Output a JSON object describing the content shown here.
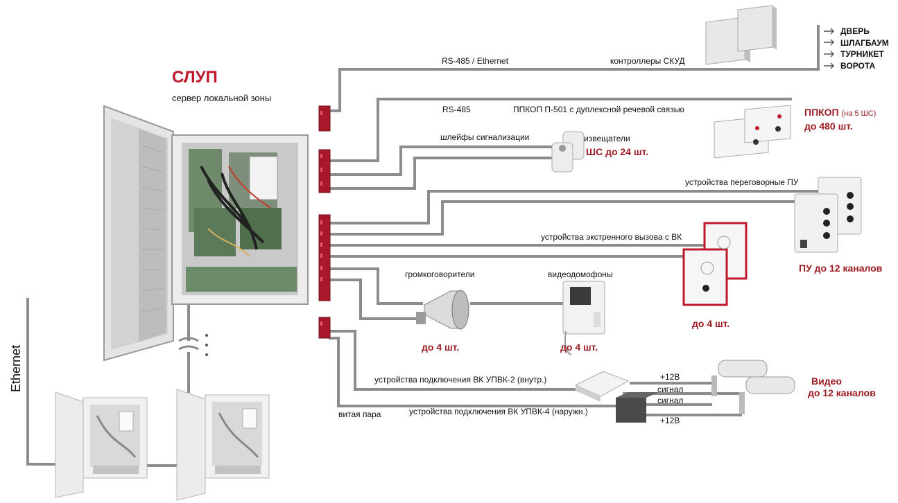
{
  "title": "СЛУП",
  "subtitle": "сервер локальной зоны",
  "ethernet_label": "Ethernet",
  "colors": {
    "accent": "#c0172a",
    "accent_dark": "#9d1b22",
    "line": "#8c8c8c",
    "cabinet": "#e6e6e6"
  },
  "access": {
    "bus": "RS-485 / Ethernet",
    "controllers": "контроллеры СКУД",
    "outputs": [
      "ДВЕРЬ",
      "ШЛАГБАУМ",
      "ТУРНИКЕТ",
      "ВОРОТА"
    ]
  },
  "ppkop": {
    "bus": "RS-485",
    "desc": "ППКОП П-501 с дуплексной речевой связью",
    "title": "ППКОП",
    "title_note": "(на 5 ШС)",
    "count": "до 480 шт."
  },
  "alarm": {
    "loops": "шлейфы сигнализации",
    "detectors": "извещатели",
    "count": "ШС до 24 шт."
  },
  "intercom": {
    "label": "устройства переговорные ПУ",
    "count": "ПУ до 12 каналов"
  },
  "emergency": {
    "label": "устройства экстренного вызова с ВК",
    "count": "до 4 шт."
  },
  "speakers": {
    "label": "громкоговорители",
    "count": "до 4 шт."
  },
  "videophones": {
    "label": "видеодомофоны",
    "count": "до 4 шт."
  },
  "video": {
    "internal": "устройства подключения  ВК  УПВК-2 (внутр.)",
    "external": "устройства подключения  ВК УПВК-4 (наружн.)",
    "twisted_pair": "витая пара",
    "power1": "+12В",
    "signal1": "сигнал",
    "signal2": "сигнал",
    "power2": "+12В",
    "title": "Видео",
    "count": "до 12 каналов"
  },
  "icons": {
    "arrow": "right-arrow-icon",
    "ellipsis": "vertical-ellipsis-icon",
    "break": "line-break-icon"
  }
}
